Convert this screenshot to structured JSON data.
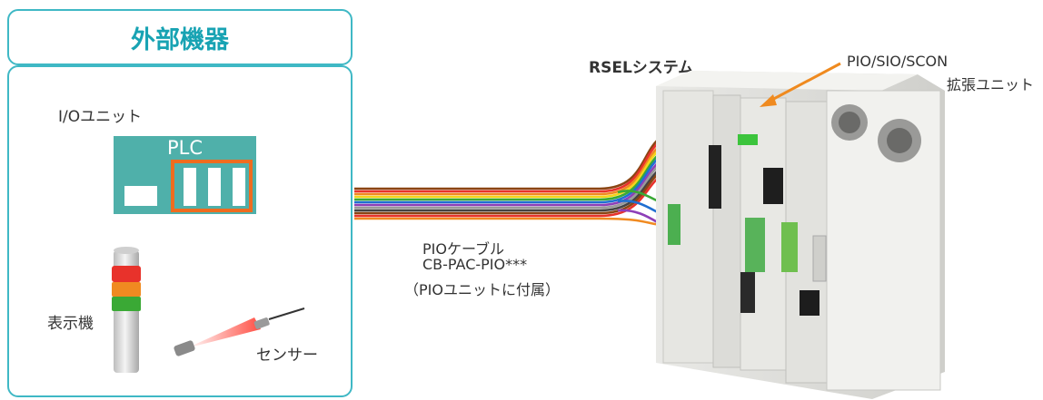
{
  "external_panel": {
    "title": "外部機器"
  },
  "labels": {
    "io_unit": "I/Oユニット",
    "plc": "PLC",
    "indicator": "表示機",
    "sensor": "センサー",
    "system": "RSELシステム",
    "expansion_line1": "PIO/SIO/SCON",
    "expansion_line2": "拡張ユニット",
    "cable_line1": "PIOケーブル",
    "cable_line2": "CB-PAC-PIO***",
    "cable_line3": "（PIOユニットに付属）"
  },
  "colors": {
    "panel_border": "#3fb8c5",
    "title_text": "#18a3b3",
    "plc_body": "#4fb0aa",
    "highlight": "#ef6c1f",
    "arrow": "#ef8a1f"
  }
}
